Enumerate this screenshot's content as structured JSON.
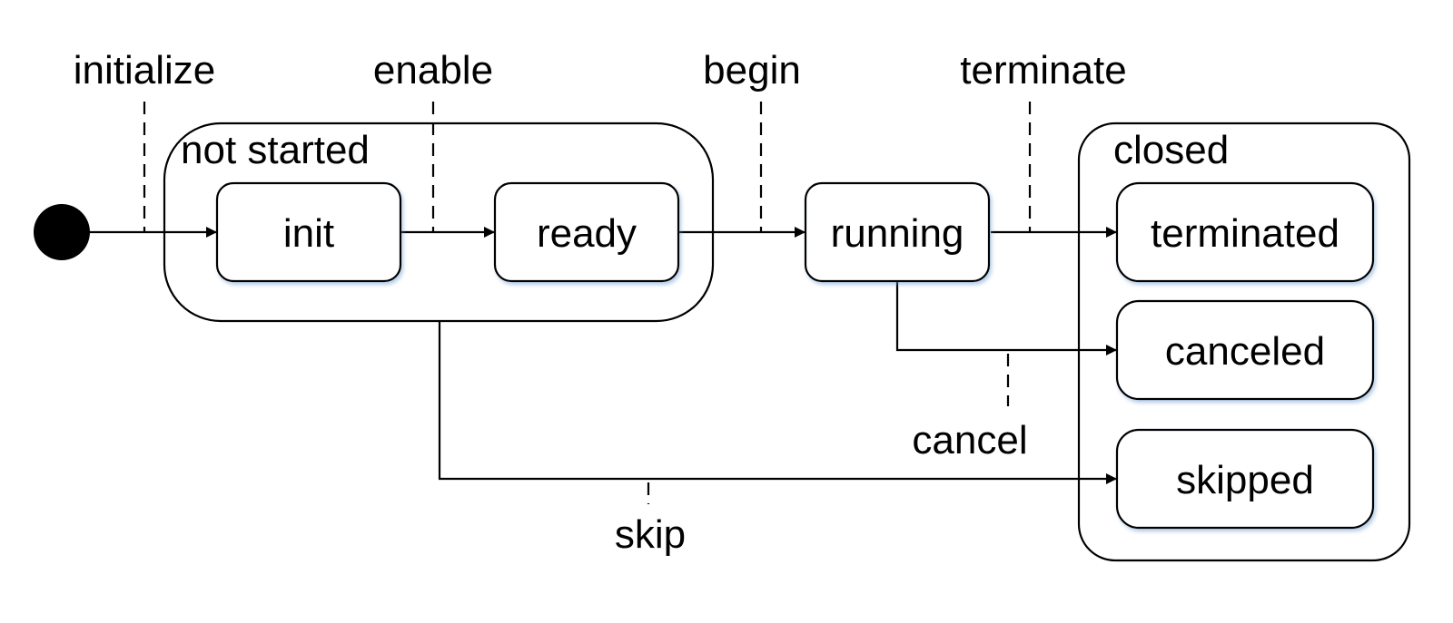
{
  "diagram": {
    "groups": {
      "not_started": "not started",
      "closed": "closed"
    },
    "states": {
      "init": "init",
      "ready": "ready",
      "running": "running",
      "terminated": "terminated",
      "canceled": "canceled",
      "skipped": "skipped"
    },
    "transitions": {
      "initialize": "initialize",
      "enable": "enable",
      "begin": "begin",
      "terminate": "terminate",
      "cancel": "cancel",
      "skip": "skip"
    },
    "colors": {
      "stroke": "#000000",
      "fill": "#ffffff",
      "shadow": "#5a8fc9"
    }
  }
}
